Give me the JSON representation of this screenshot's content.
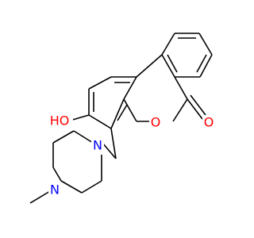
{
  "molecule": {
    "atoms": {
      "oh": {
        "text": "HO",
        "color": "#ff0000"
      },
      "o_ring": {
        "text": "O",
        "color": "#ff0000"
      },
      "o_carbonyl": {
        "text": "O",
        "color": "#ff0000"
      },
      "n_benzyl": {
        "text": "N",
        "color": "#0000ff"
      },
      "n_methyl": {
        "text": "N",
        "color": "#0000ff"
      }
    },
    "bond_color": "#000000",
    "background": "#ffffff"
  }
}
